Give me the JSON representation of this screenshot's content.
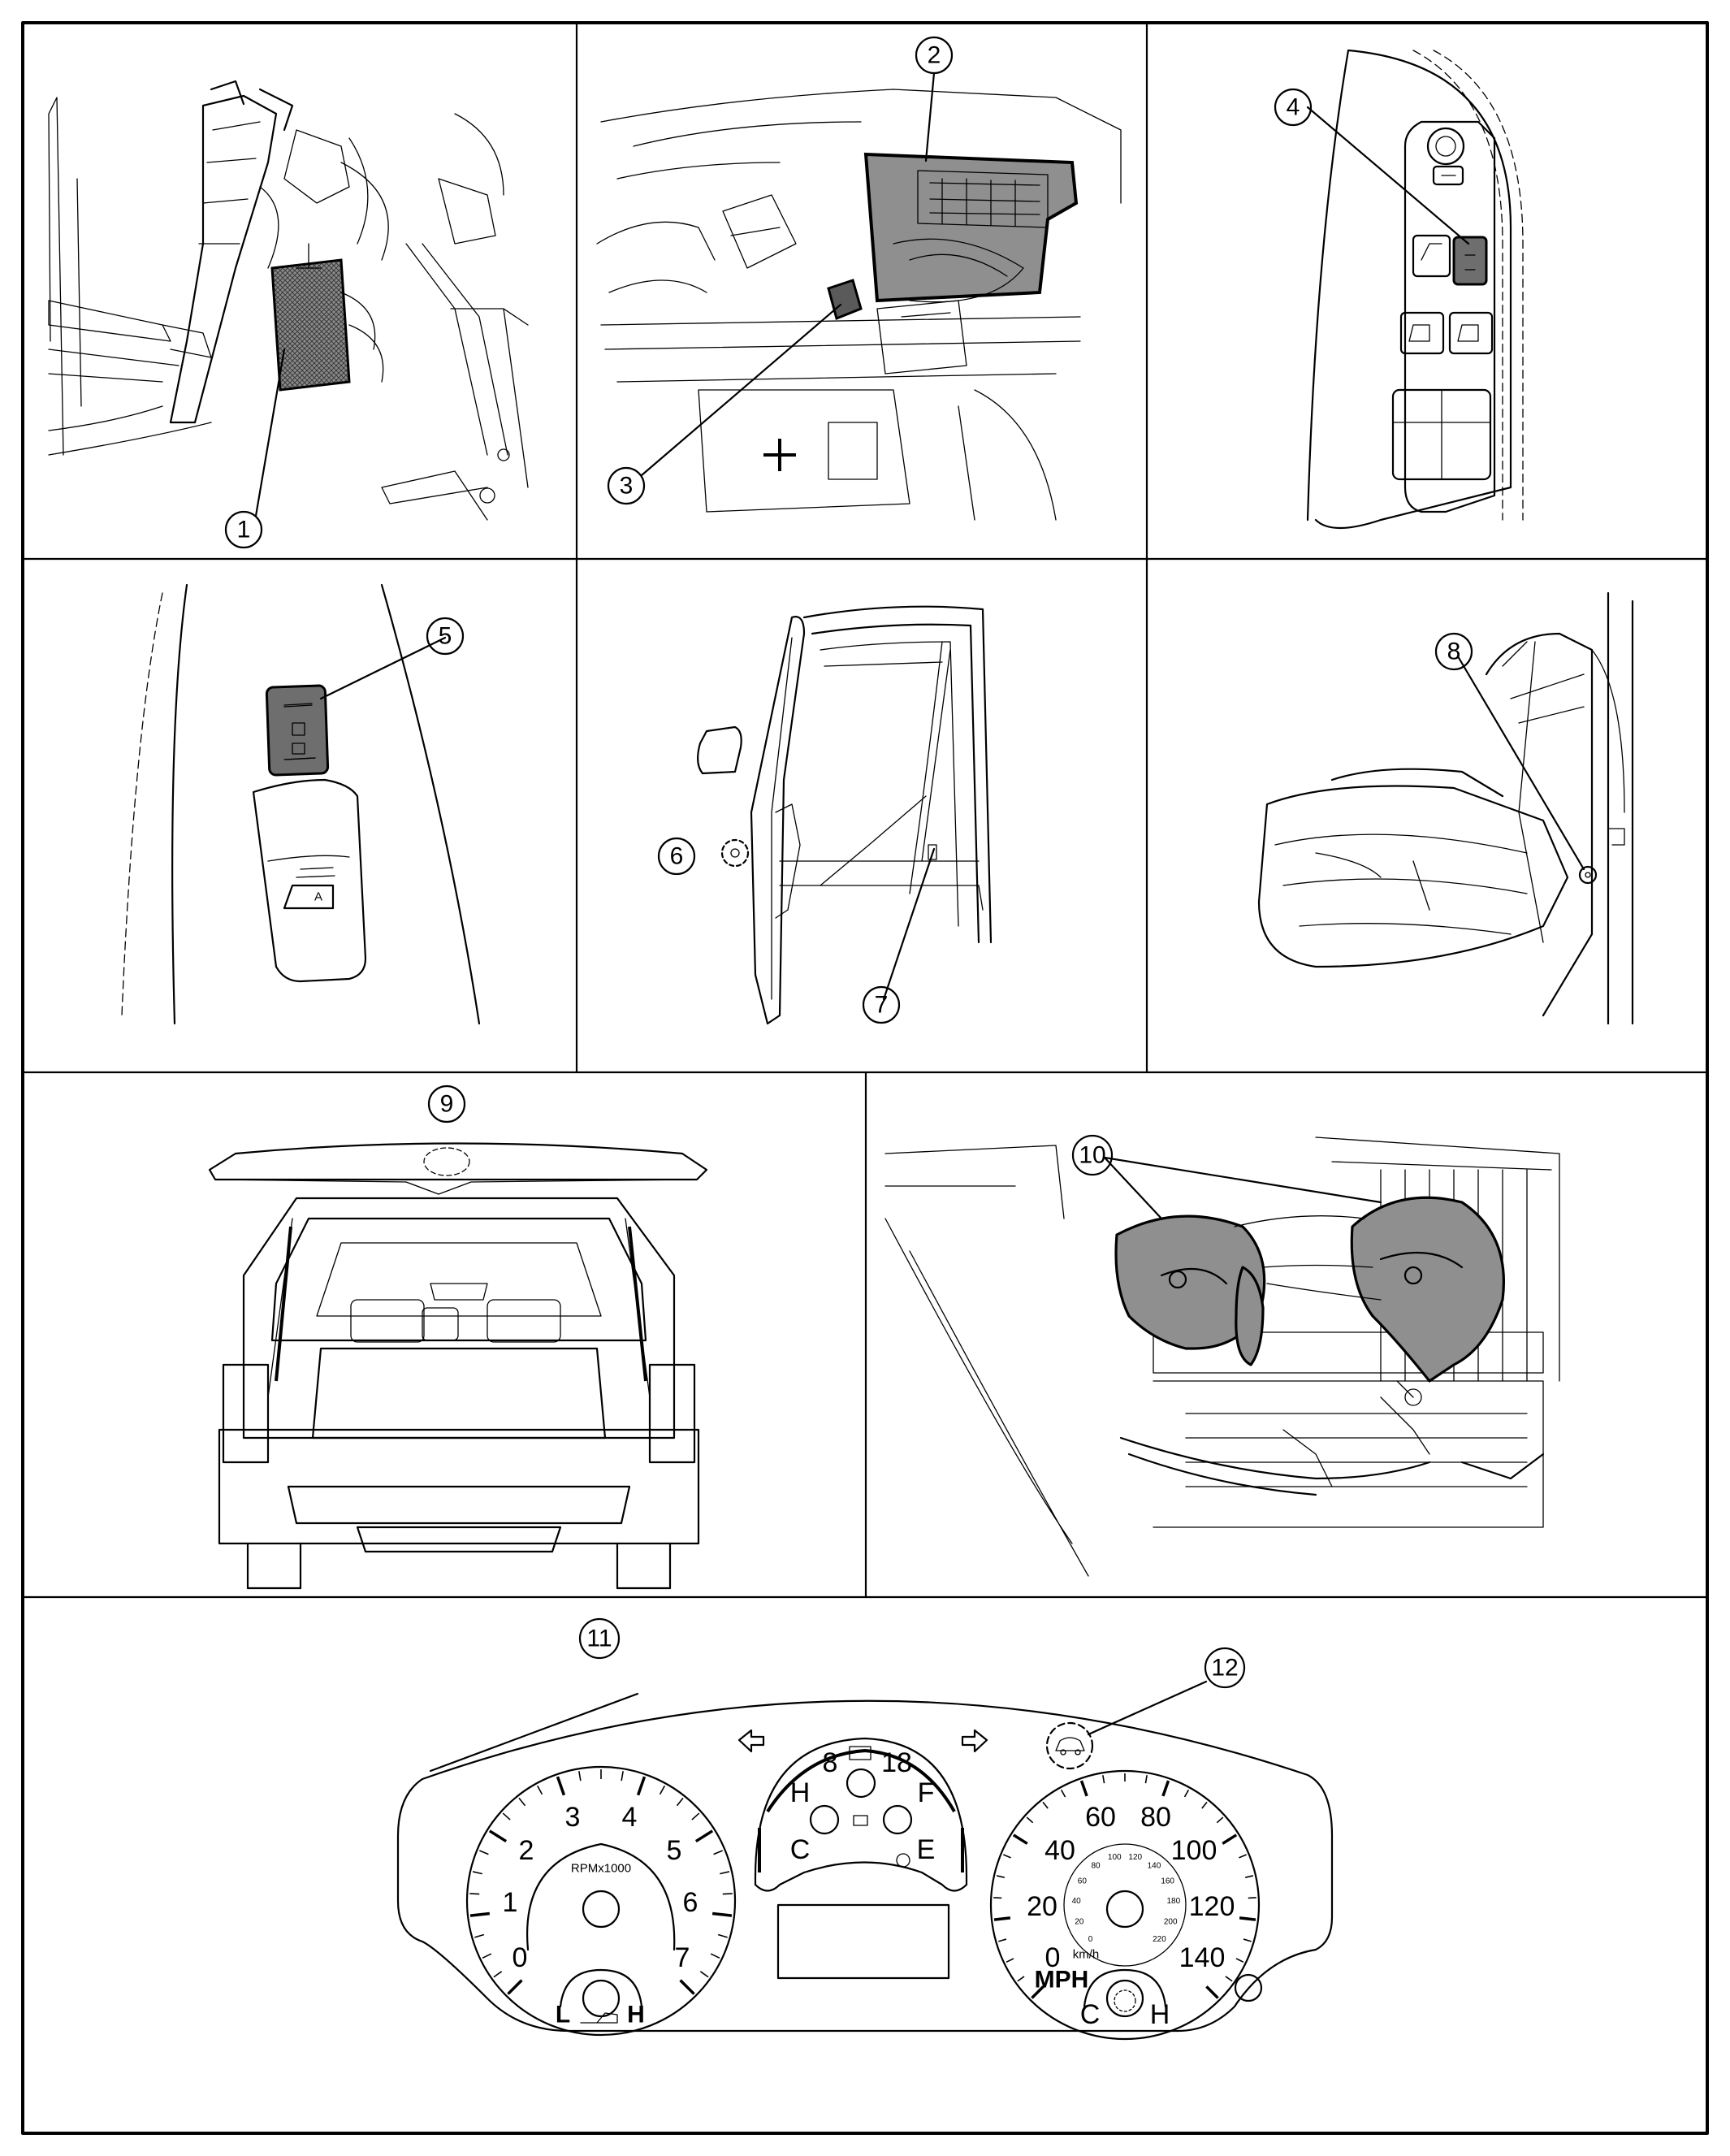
{
  "figure": {
    "callouts": [
      {
        "id": "1",
        "label": "1"
      },
      {
        "id": "2",
        "label": "2"
      },
      {
        "id": "3",
        "label": "3"
      },
      {
        "id": "4",
        "label": "4"
      },
      {
        "id": "5",
        "label": "5"
      },
      {
        "id": "6",
        "label": "6"
      },
      {
        "id": "7",
        "label": "7"
      },
      {
        "id": "8",
        "label": "8"
      },
      {
        "id": "9",
        "label": "9"
      },
      {
        "id": "10",
        "label": "10"
      },
      {
        "id": "11",
        "label": "11"
      },
      {
        "id": "12",
        "label": "12"
      }
    ],
    "cluster": {
      "tach": {
        "marks": [
          "0",
          "1",
          "2",
          "3",
          "4",
          "5",
          "6",
          "7"
        ],
        "unit": "RPMx1000",
        "oil_low": "L",
        "oil_high": "H"
      },
      "center": {
        "volt_low": "8",
        "volt_high": "18",
        "temp_hot": "H",
        "temp_cold": "C",
        "fuel_full": "F",
        "fuel_empty": "E"
      },
      "speedo": {
        "mph_marks": [
          "0",
          "20",
          "40",
          "60",
          "80",
          "100",
          "120",
          "140"
        ],
        "kmh_marks": [
          "0",
          "20",
          "40",
          "60",
          "80",
          "100",
          "120",
          "140",
          "160",
          "180",
          "200",
          "220"
        ],
        "unit_mph": "MPH",
        "unit_kmh": "km/h",
        "temp_cold": "C",
        "temp_hot": "H"
      }
    }
  }
}
